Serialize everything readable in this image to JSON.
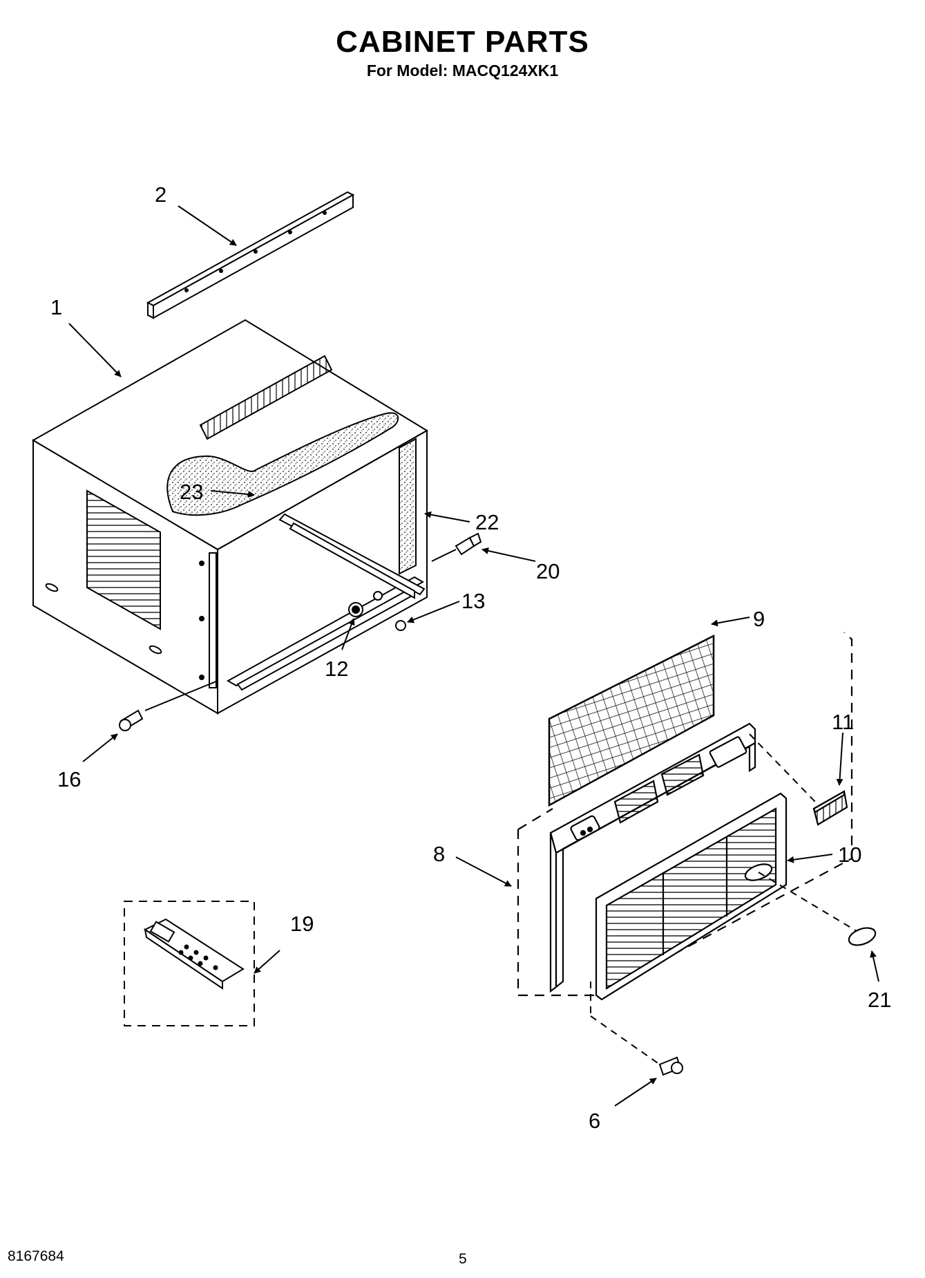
{
  "header": {
    "title": "CABINET PARTS",
    "subtitle": "For Model: MACQ124XK1"
  },
  "callouts": {
    "p1": "1",
    "p2": "2",
    "p6": "6",
    "p8": "8",
    "p9": "9",
    "p10": "10",
    "p11": "11",
    "p12": "12",
    "p13": "13",
    "p16": "16",
    "p19": "19",
    "p20": "20",
    "p21": "21",
    "p22": "22",
    "p23": "23"
  },
  "footer": {
    "doc_number": "8167684",
    "page_number": "5"
  }
}
